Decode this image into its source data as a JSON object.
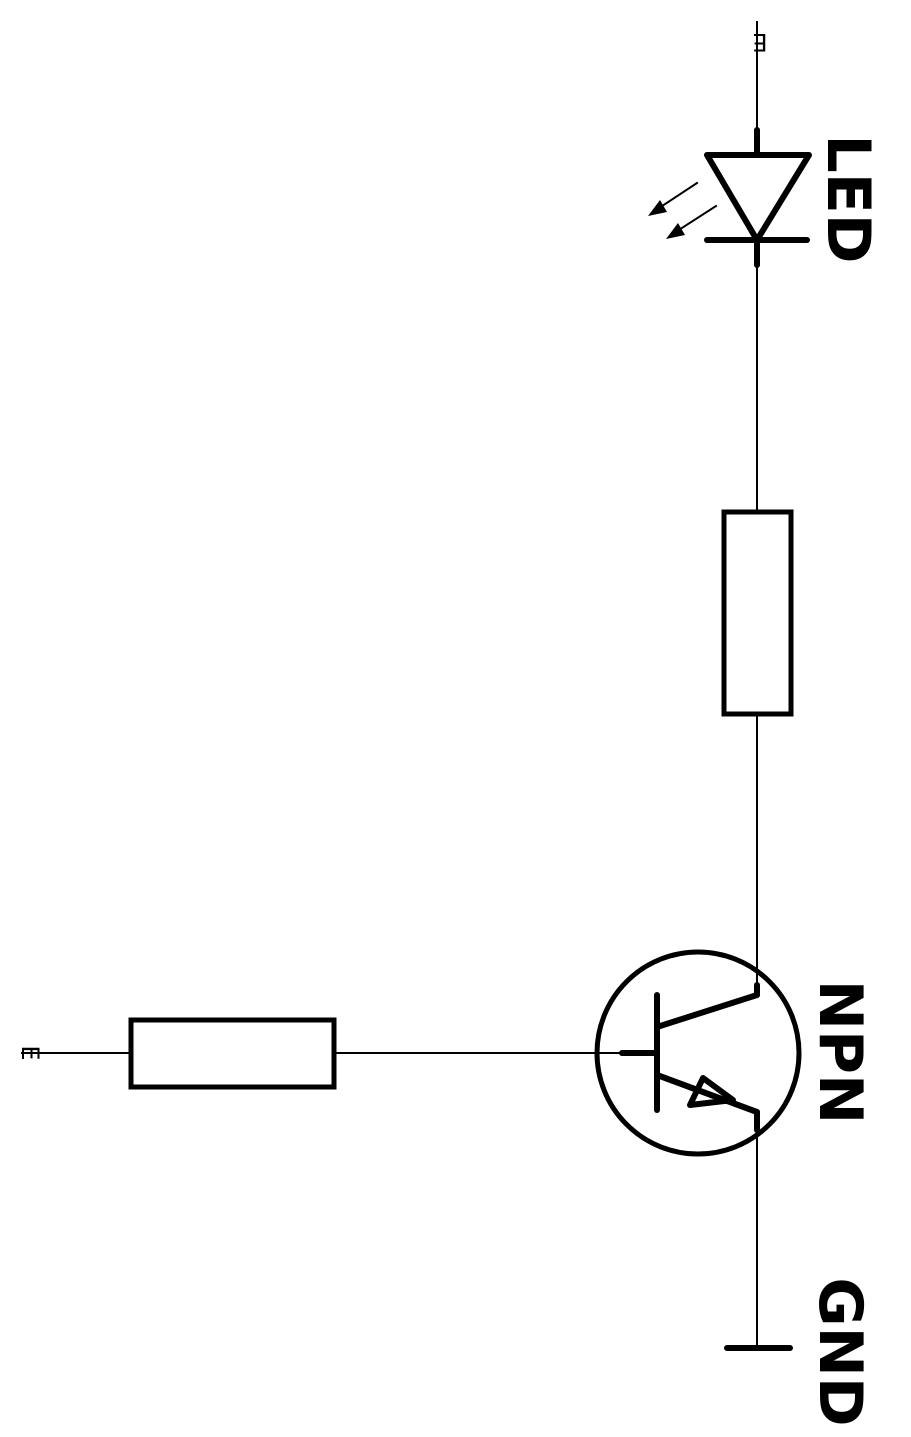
{
  "schematic": {
    "labels": {
      "led": "LED",
      "transistor": "NPN",
      "ground": "GND",
      "supply_terminal": "E",
      "input_terminal": "E"
    },
    "colors": {
      "line": "#000000",
      "background": "#ffffff"
    }
  }
}
